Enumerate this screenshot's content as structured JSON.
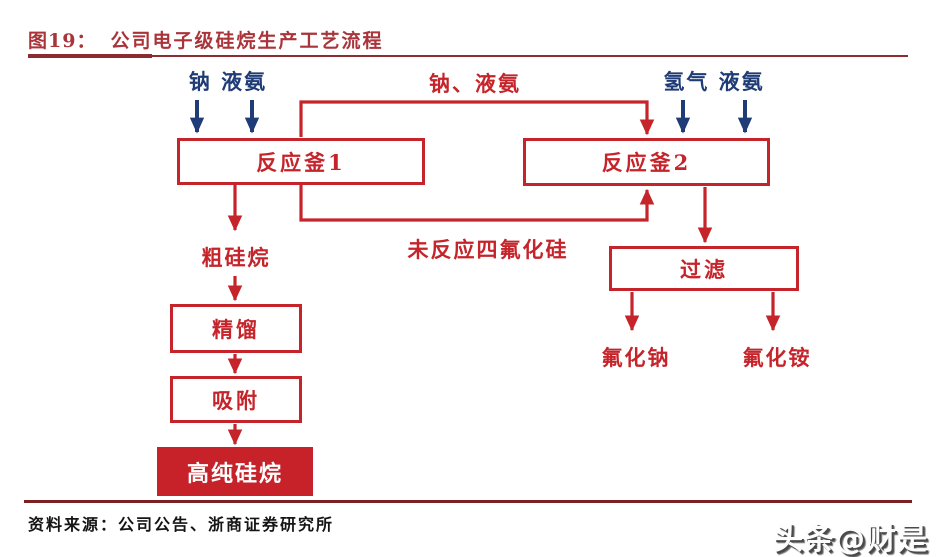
{
  "header": {
    "fig_label": "图19：",
    "title": "公司电子级硅烷生产工艺流程"
  },
  "flowchart": {
    "feeds": {
      "reactor1_feed": "钠 液氨",
      "reactor1_to_reactor2_feed": "钠、液氨",
      "reactor2_feed": "氢气 液氨"
    },
    "boxes": {
      "reactor1": "反应釜1",
      "reactor2": "反应釜2",
      "filter": "过滤",
      "distillation": "精馏",
      "adsorption": "吸附",
      "product": "高纯硅烷"
    },
    "stream_labels": {
      "crude_silane": "粗硅烷",
      "unreacted_sif4": "未反应四氟化硅",
      "sodium_fluoride": "氟化钠",
      "ammonium_fluoride": "氟化铵"
    },
    "colors": {
      "line_red": "#C5242B",
      "arrow_navy": "#1F3C77",
      "product_fill": "#C7212A",
      "product_text": "#FFFFFF"
    }
  },
  "footer": {
    "source": "资料来源：公司公告、浙商证券研究所",
    "watermark": "头条@财是"
  },
  "colors": {
    "title_red": "#A9343A",
    "header_rule": "#8C2B30",
    "footer_rule": "#7D2022",
    "source_text": "#151515"
  }
}
